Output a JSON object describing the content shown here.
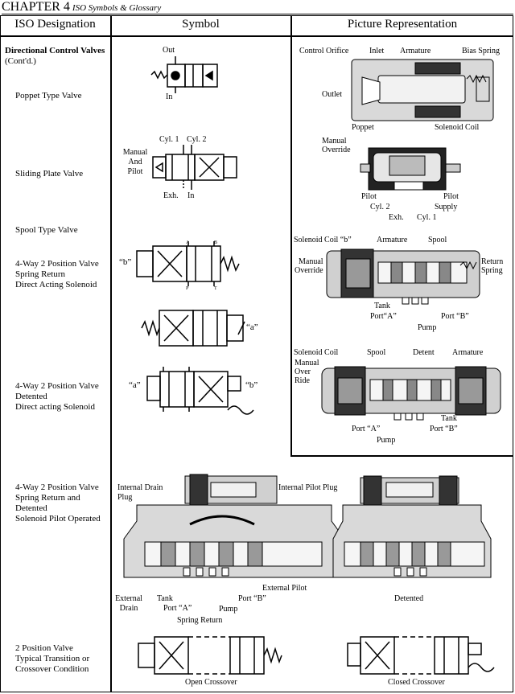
{
  "header": {
    "chapter": "CHAPTER 4",
    "subtitle": "ISO Symbols & Glossary"
  },
  "columns": {
    "iso": "ISO Designation",
    "symbol": "Symbol",
    "picture": "Picture Representation"
  },
  "iso": {
    "section_title": "Directional Control Valves",
    "section_contd": "(Cont'd.)",
    "poppet": "Poppet Type Valve",
    "sliding": "Sliding Plate Valve",
    "spool": "Spool Type Valve",
    "way4_spring": [
      "4-Way 2 Position Valve",
      "Spring Return",
      "Direct Acting Solenoid"
    ],
    "way4_detented": [
      "4-Way 2 Position Valve",
      "Detented",
      "Direct acting Solenoid"
    ],
    "way4_pilot": [
      "4-Way 2 Position Valve",
      "Spring Return and",
      "Detented",
      "Solenoid Pilot Operated"
    ],
    "pos2": [
      "2 Position Valve",
      "Typical Transition or",
      "Crossover Condition"
    ]
  },
  "symbols": {
    "poppet": {
      "out": "Out",
      "in": "In"
    },
    "sliding": {
      "cyl1": "Cyl. 1",
      "cyl2": "Cyl. 2",
      "manual": [
        "Manual",
        "And",
        "Pilot"
      ],
      "exh": "Exh.",
      "in": "In"
    },
    "spool": {
      "b_quote": "“b”",
      "a_quote": "“a”",
      "port_a": "A",
      "port_b": "B",
      "port_p": "P",
      "port_t": "T"
    },
    "detented": {
      "a_quote": "“a”",
      "b_quote": "“b”"
    }
  },
  "pictures": {
    "poppet": {
      "control_orifice": "Control Orifice",
      "inlet": "Inlet",
      "armature": "Armature",
      "bias_spring": "Bias Spring",
      "outlet": "Outlet",
      "poppet": "Poppet",
      "solenoid_coil": "Solenoid Coil"
    },
    "sliding": {
      "manual_override": [
        "Manual",
        "Override"
      ],
      "pilot_left": "Pilot",
      "pilot_right": "Pilot",
      "cyl2": "Cyl. 2",
      "supply": "Supply",
      "exh": "Exh.",
      "cyl1": "Cyl. 1"
    },
    "spool": {
      "solenoid_coil_b": "Solenoid Coil “b”",
      "armature": "Armature",
      "spool": "Spool",
      "manual_override": [
        "Manual",
        "Override"
      ],
      "return_spring": [
        "Return",
        "Spring"
      ],
      "tank": "Tank",
      "port_a": "Port“A”",
      "port_b": "Port “B”",
      "pump": "Pump"
    },
    "detented": {
      "solenoid_coil": "Solenoid Coil",
      "spool": "Spool",
      "detent": "Detent",
      "armature": "Armature",
      "manual_over_ride": [
        "Manual",
        "Over",
        "Ride"
      ],
      "tank": "Tank",
      "port_a": "Port “A”",
      "port_b": "Port “B”",
      "pump": "Pump"
    },
    "pilot_operated": {
      "internal_drain_plug": [
        "Internal Drain",
        "Plug"
      ],
      "internal_pilot_plug": "Internal Pilot Plug",
      "external_pilot": "External Pilot",
      "external_drain": [
        "External",
        "Drain"
      ],
      "tank": "Tank",
      "port_a": "Port “A”",
      "port_b": "Port “B”",
      "pump": "Pump",
      "spring_return": "Spring Return",
      "detented": "Detented"
    },
    "crossover": {
      "open": "Open Crossover",
      "closed": "Closed Crossover"
    }
  }
}
